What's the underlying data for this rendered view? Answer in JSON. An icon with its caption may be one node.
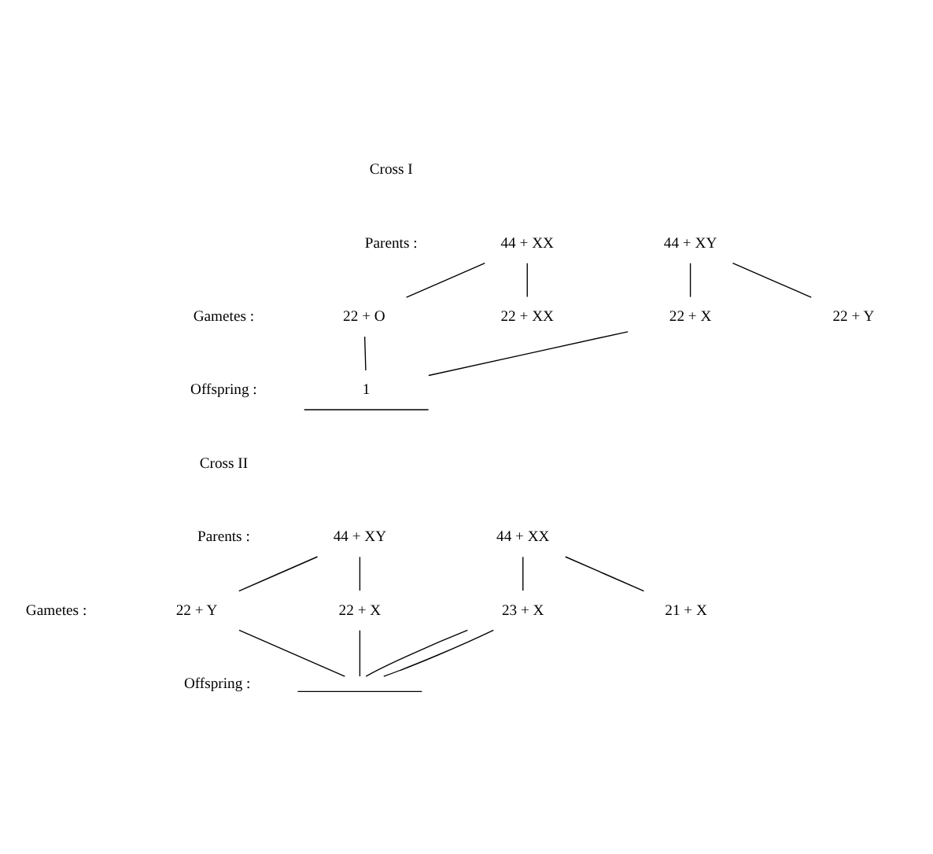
{
  "diagram": {
    "nodes": [
      {
        "text": [
          "44 + XX"
        ]
      },
      {
        "text": [
          "44 + XY"
        ]
      },
      {
        "text": [
          "22 + O"
        ]
      },
      {
        "text": [
          "22 + XX"
        ]
      },
      {
        "text": [
          "22 + X"
        ]
      },
      {
        "text": [
          "22 + Y"
        ]
      },
      {
        "text": [
          "1"
        ]
      },
      {
        "text": [
          "44 + XY"
        ]
      },
      {
        "text": [
          "44 + XX"
        ]
      },
      {
        "text": [
          "22 + Y"
        ]
      },
      {
        "text": [
          "22 + X"
        ]
      },
      {
        "text": [
          "23 + X"
        ]
      },
      {
        "text": [
          "21 + X"
        ]
      },
      {
        "text": [],
        "shape": "bar"
      }
    ],
    "edges": [
      {
        "from": 0,
        "to": 2,
        "arrow": "none"
      },
      {
        "from": 0,
        "to": 3,
        "arrow": "none"
      },
      {
        "from": 1,
        "to": 4,
        "arrow": "none"
      },
      {
        "from": 1,
        "to": 5,
        "arrow": "none"
      },
      {
        "from": 2,
        "to": 6,
        "arrow": "none"
      },
      {
        "from": 4,
        "to": 6,
        "arrow": "none"
      },
      {
        "from": 7,
        "to": 9,
        "arrow": "none"
      },
      {
        "from": 7,
        "to": 10,
        "arrow": "none"
      },
      {
        "from": 8,
        "to": 11,
        "arrow": "none"
      },
      {
        "from": 8,
        "to": 12,
        "arrow": "none"
      },
      {
        "from": 9,
        "to": 13,
        "arrow": "none"
      },
      {
        "from": 11,
        "to": 13,
        "arrow": "none"
      },
      {
        "from": 10,
        "to": 13,
        "arrow": "none"
      },
      {
        "from": 11,
        "to": 13,
        "arrow": "none"
      }
    ],
    "labels": [
      "Cross I",
      "Parents :",
      "Gametes :",
      "Offspring :",
      "Cross II",
      "Parents :",
      "Gametes :",
      "Offspring :"
    ]
  }
}
